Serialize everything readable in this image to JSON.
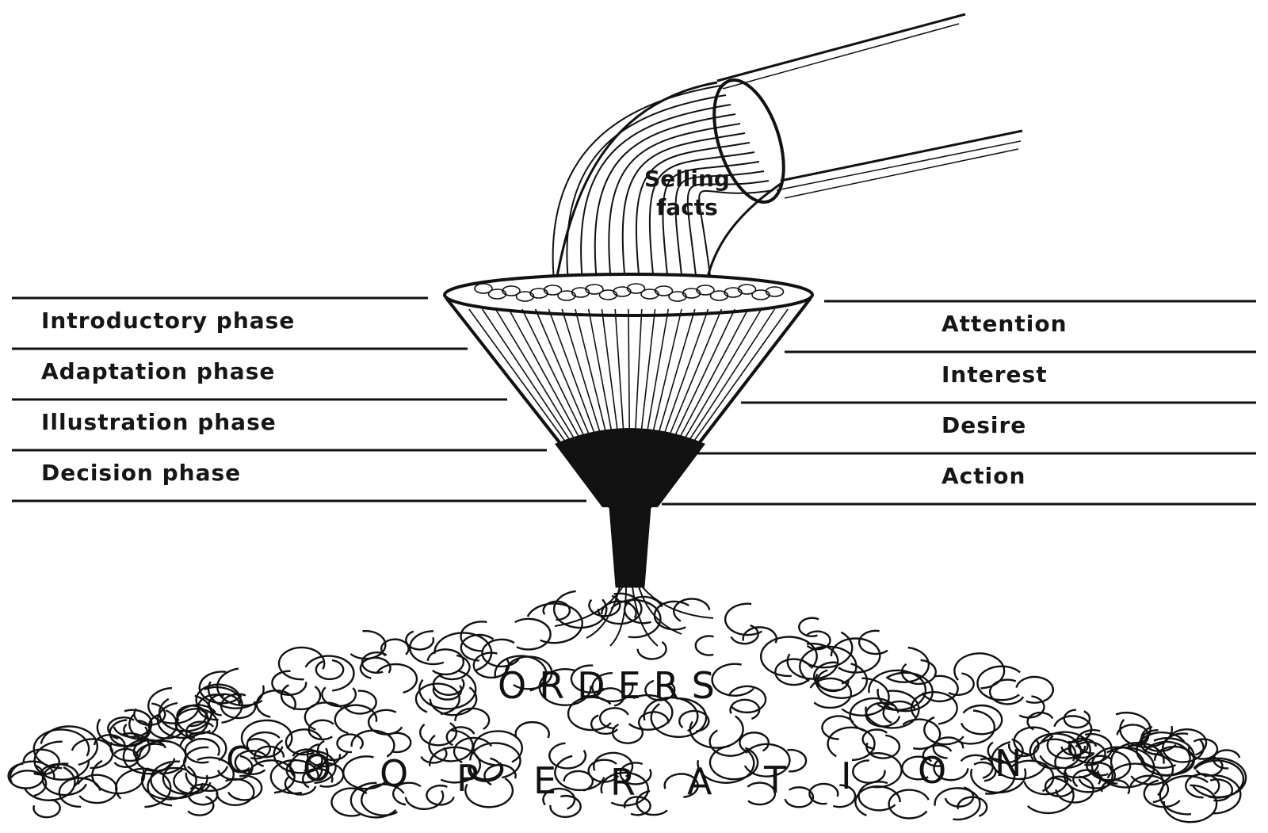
{
  "phases": [
    {
      "label": "Introductory phase"
    },
    {
      "label": "Adaptation phase"
    },
    {
      "label": "Illustration phase"
    },
    {
      "label": "Decision phase"
    }
  ],
  "stages": [
    {
      "label": "Attention"
    },
    {
      "label": "Interest"
    },
    {
      "label": "Desire"
    },
    {
      "label": "Action"
    }
  ],
  "pipe": {
    "line1": "Selling",
    "line2": "facts"
  },
  "pile": {
    "orders": "ORDERS",
    "cooperation_letters": [
      "C",
      "O",
      "O",
      "P",
      "E",
      "R",
      "A",
      "T",
      "I",
      "O",
      "N"
    ]
  },
  "colors": {
    "ink": "#111111",
    "paper": "#ffffff"
  }
}
